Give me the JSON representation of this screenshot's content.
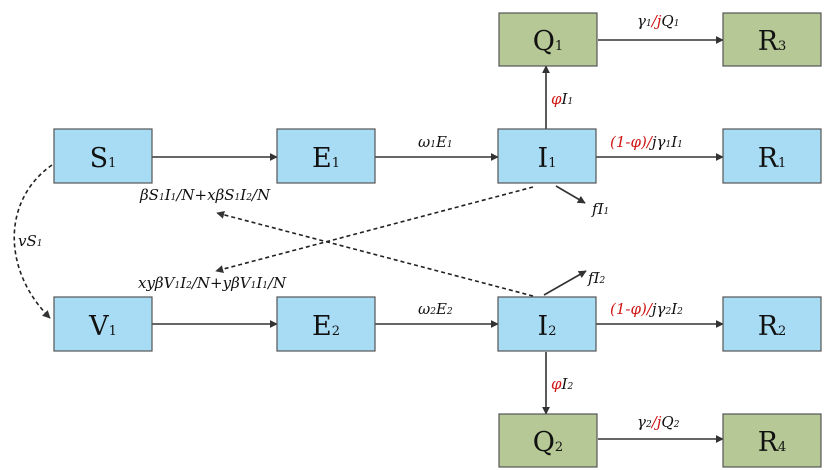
{
  "nodes": {
    "S1": {
      "main": "S",
      "sub": "1",
      "color": "#a8dcf4"
    },
    "E1": {
      "main": "E",
      "sub": "1",
      "color": "#a8dcf4"
    },
    "I1": {
      "main": "I",
      "sub": "1",
      "color": "#a8dcf4"
    },
    "R1": {
      "main": "R",
      "sub": "1",
      "color": "#a8dcf4"
    },
    "Q1": {
      "main": "Q",
      "sub": "1",
      "color": "#b5c895"
    },
    "R3": {
      "main": "R",
      "sub": "3",
      "color": "#b5c895"
    },
    "V1": {
      "main": "V",
      "sub": "1",
      "color": "#a8dcf4"
    },
    "E2": {
      "main": "E",
      "sub": "2",
      "color": "#a8dcf4"
    },
    "I2": {
      "main": "I",
      "sub": "2",
      "color": "#a8dcf4"
    },
    "R2": {
      "main": "R",
      "sub": "2",
      "color": "#a8dcf4"
    },
    "Q2": {
      "main": "Q",
      "sub": "2",
      "color": "#b5c895"
    },
    "R4": {
      "main": "R",
      "sub": "4",
      "color": "#b5c895"
    }
  },
  "edge_labels": {
    "q1_r3": {
      "a": "γ",
      "a_sub": "1",
      "slash": "/",
      "j": "j",
      "b": "Q",
      "b_sub": "1"
    },
    "i1_q1": {
      "phi": "φ",
      "b": "I",
      "b_sub": "1"
    },
    "e1_i1": {
      "a": "ω",
      "a_sub": "1",
      "b": "E",
      "b_sub": "1"
    },
    "i1_r1": {
      "red": "(1-φ)/",
      "j": "j",
      "a": "γ",
      "a_sub": "1",
      "b": "I",
      "b_sub": "1"
    },
    "i1_death": {
      "a": "f",
      "b": "I",
      "b_sub": "1"
    },
    "s1_infection": {
      "t1": "βS",
      "s1": "1",
      "t2": "I",
      "s2": "1",
      "t3": "/N+xβS",
      "s3": "1",
      "t4": "I",
      "s4": "2",
      "t5": "/N"
    },
    "s1_vacc": {
      "a": "vS",
      "a_sub": "1"
    },
    "v1_infection": {
      "t1": "xyβV",
      "s1": "1",
      "t2": "I",
      "s2": "2",
      "t3": "/N+yβV",
      "s3": "1",
      "t4": "I",
      "s4": "1",
      "t5": "/N"
    },
    "e2_i2": {
      "a": "ω",
      "a_sub": "2",
      "b": "E",
      "b_sub": "2"
    },
    "i2_death": {
      "a": "f",
      "b": "I",
      "b_sub": "2"
    },
    "i2_r2": {
      "red": "(1-φ)/",
      "j": "j",
      "a": "γ",
      "a_sub": "2",
      "b": "I",
      "b_sub": "2"
    },
    "i2_q2": {
      "phi": "φ",
      "b": "I",
      "b_sub": "2"
    },
    "q2_r4": {
      "a": "γ",
      "a_sub": "2",
      "slash": "/",
      "j": "j",
      "b": "Q",
      "b_sub": "2"
    }
  },
  "colors": {
    "label_red": "#d01515",
    "arrow": "#333333"
  }
}
